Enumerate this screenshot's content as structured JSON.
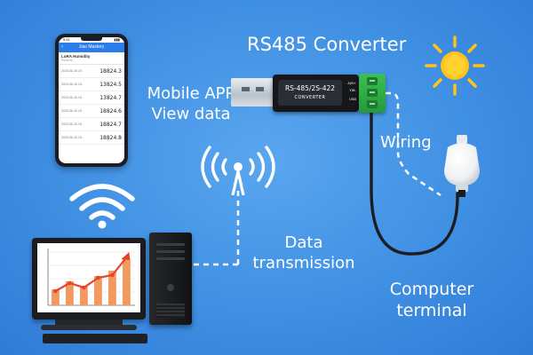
{
  "labels": {
    "converter_title": "RS485 Converter",
    "mobile_line1": "Mobile APP",
    "mobile_line2": "View data",
    "wiring": "Wiring",
    "data_line1": "Data",
    "data_line2": "transmission",
    "computer_line1": "Computer",
    "computer_line2": "terminal"
  },
  "converter": {
    "model": "RS-485/2S-422",
    "caption": "CONVERTER",
    "pin_labels": [
      "A/B+",
      "Y/B-",
      "USB"
    ]
  },
  "phone": {
    "status_time": "9:41",
    "app_title": "Jiao Mastery",
    "card_title": "LoRA Humidity",
    "card_subtitle": "Records",
    "readings": [
      {
        "time": "2023-06-18 15:",
        "value": "18824.3"
      },
      {
        "time": "2023-06-18 15:",
        "value": "13824.5"
      },
      {
        "time": "2023-06-18 15:",
        "value": "13824.7"
      },
      {
        "time": "2023-06-18 15:",
        "value": "18824.6"
      },
      {
        "time": "2023-06-18 15:",
        "value": "18824.7"
      },
      {
        "time": "2023-06-18 15:",
        "value": "18824.8"
      }
    ]
  },
  "colors": {
    "background": "#3f8fe3",
    "label_text": "#ffffff",
    "terminal_block": "#2eae47",
    "sun": "#ffc21a",
    "chart_bar": "#f2995e",
    "chart_line": "#e8432d"
  },
  "icons": [
    "wifi-icon",
    "antenna-icon",
    "sun-icon",
    "humidity-sensor-probe-icon",
    "bar-chart-icon"
  ],
  "monitor_chart": {
    "type": "bar",
    "values": [
      18,
      27,
      22,
      33,
      39,
      52
    ],
    "trend": [
      16,
      25,
      20,
      31,
      34,
      54
    ]
  }
}
